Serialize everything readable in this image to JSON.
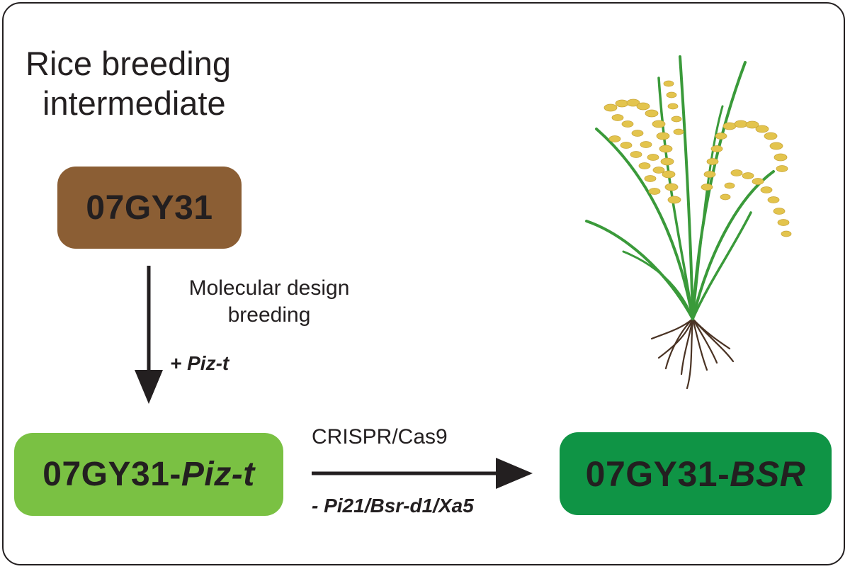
{
  "title": {
    "line1": "Rice breeding",
    "line2": "intermediate"
  },
  "boxes": {
    "parent": {
      "label": "07GY31",
      "color": "#8b5e34"
    },
    "piz": {
      "prefix": "07GY31-",
      "gene": "Piz-t",
      "color": "#7ac143"
    },
    "bsr": {
      "prefix": "07GY31-",
      "gene": "BSR",
      "color": "#0f9445"
    }
  },
  "steps": {
    "vertical": {
      "line1": "Molecular design",
      "line2": "breeding",
      "gene": "+ Piz-t"
    },
    "horizontal": {
      "label": "CRISPR/Cas9",
      "gene": "- Pi21/Bsr-d1/Xa5"
    }
  },
  "colors": {
    "arrow": "#231f20",
    "leaf": "#3a9a3a",
    "grain": "#e3c44d",
    "root": "#4a3324"
  },
  "icons": {
    "plant": "rice-plant-icon"
  }
}
